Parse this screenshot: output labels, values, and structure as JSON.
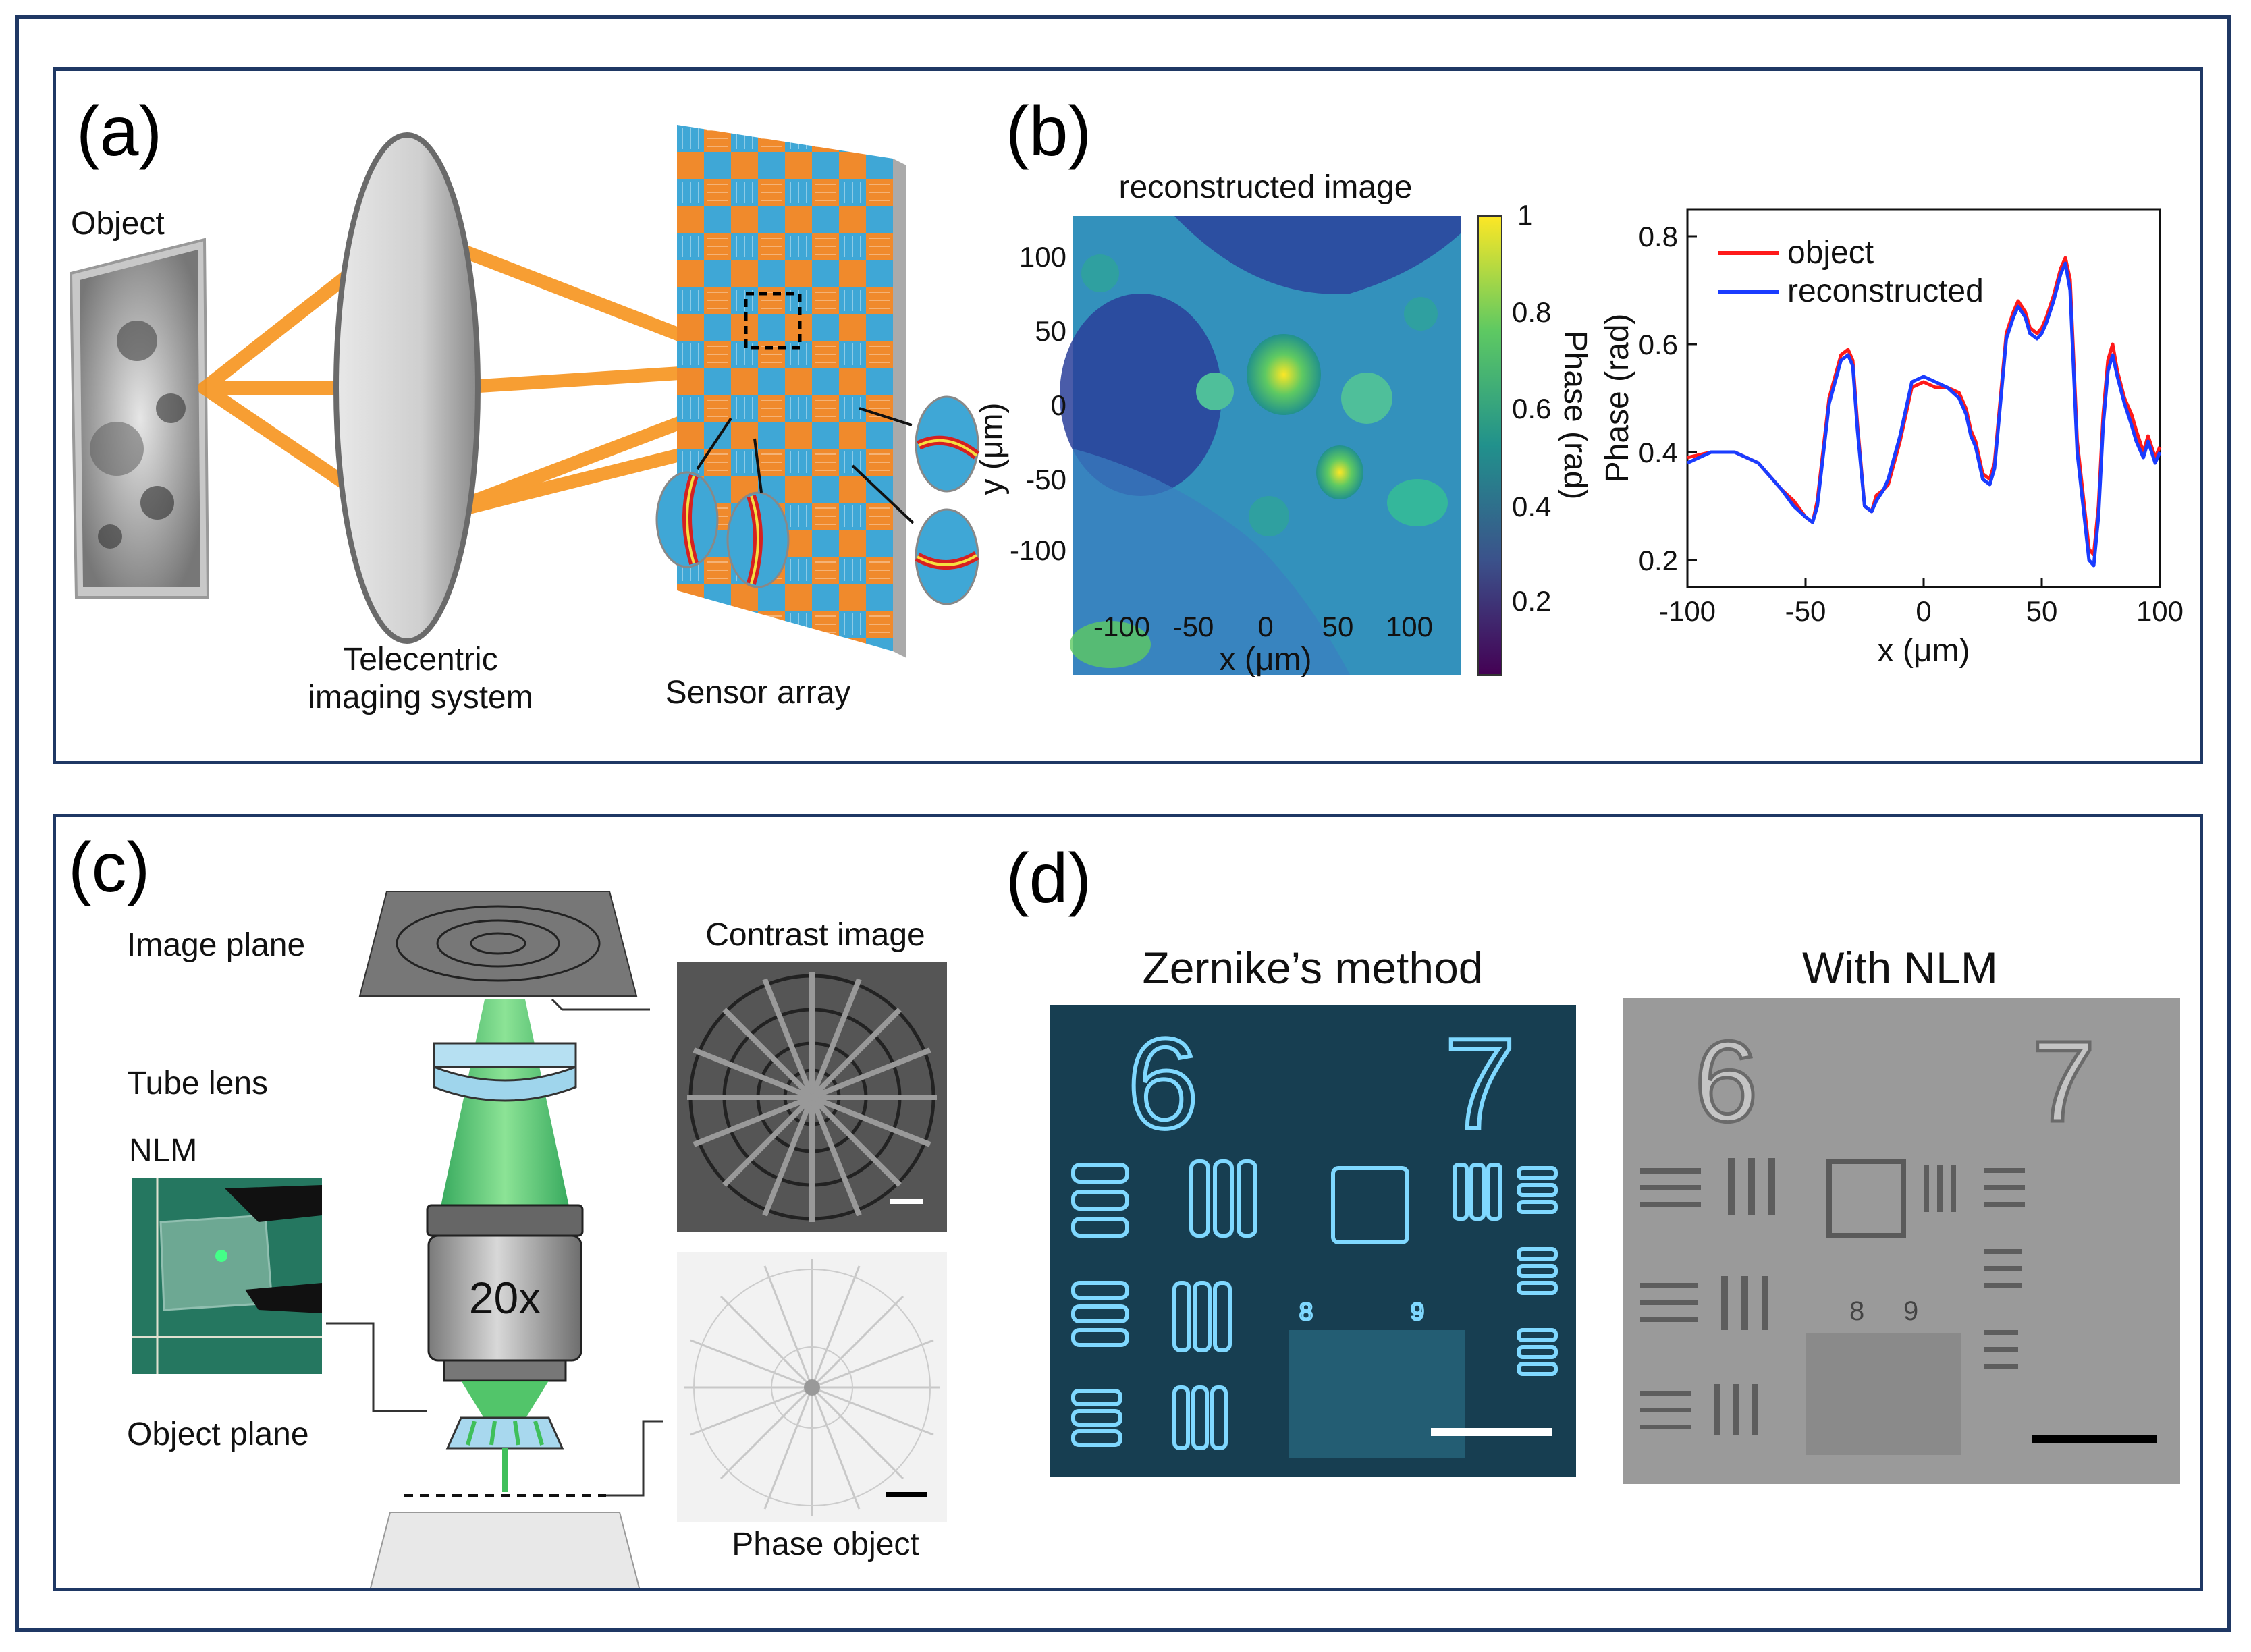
{
  "panels": {
    "a": {
      "letter": "(a)",
      "object_label": "Object",
      "lens_label_line1": "Telecentric",
      "lens_label_line2": "imaging system",
      "sensor_label": "Sensor array",
      "colors": {
        "beam": "#f7941d",
        "tile_orange": "#f08a2c",
        "tile_blue": "#3fa7d6"
      }
    },
    "b": {
      "letter": "(b)",
      "map_title": "reconstructed image",
      "colorbar_label": "Phase (rad)",
      "map_x_label": "x (μm)",
      "map_y_label": "y (μm)",
      "map_x_ticks": [
        "-100",
        "-50",
        "0",
        "50",
        "100"
      ],
      "map_y_ticks": [
        "100",
        "50",
        "0",
        "-50",
        "-100"
      ],
      "colorbar_ticks": [
        "1",
        "0.8",
        "0.6",
        "0.4",
        "0.2"
      ],
      "profile_x_label": "x (μm)",
      "profile_y_label": "Phase (rad)",
      "profile_x_ticks": [
        "-100",
        "-50",
        "0",
        "50",
        "100"
      ],
      "profile_y_ticks": [
        "0.8",
        "0.6",
        "0.4",
        "0.2"
      ]
    },
    "c": {
      "letter": "(c)",
      "image_plane_label": "Image plane",
      "tube_lens_label": "Tube lens",
      "nlm_label": "NLM",
      "objective_label": "20x",
      "object_plane_label": "Object plane",
      "contrast_label": "Contrast image",
      "phase_label": "Phase object",
      "colors": {
        "beam": "#3fbf5a"
      }
    },
    "d": {
      "letter": "(d)",
      "left_title": "Zernike’s method",
      "right_title": "With NLM",
      "digit_6": "6",
      "digit_7": "7",
      "digit_8": "8",
      "digit_9": "9"
    }
  },
  "chart_data": [
    {
      "type": "line",
      "xlabel": "x (μm)",
      "ylabel": "Phase (rad)",
      "xlim": [
        -100,
        100
      ],
      "ylim": [
        0.15,
        0.85
      ],
      "legend": "top-left",
      "series": [
        {
          "name": "object",
          "color": "#ff1a1a",
          "x": [
            -100,
            -90,
            -80,
            -70,
            -60,
            -55,
            -50,
            -47,
            -45,
            -40,
            -35,
            -32,
            -30,
            -28,
            -25,
            -22,
            -20,
            -17,
            -15,
            -10,
            -5,
            0,
            5,
            10,
            15,
            18,
            20,
            22,
            25,
            28,
            30,
            35,
            38,
            40,
            43,
            45,
            48,
            50,
            52,
            55,
            58,
            60,
            62,
            63,
            65,
            68,
            70,
            72,
            74,
            76,
            78,
            80,
            82,
            85,
            88,
            90,
            93,
            95,
            98,
            100
          ],
          "y": [
            0.39,
            0.4,
            0.4,
            0.38,
            0.33,
            0.31,
            0.28,
            0.27,
            0.31,
            0.5,
            0.58,
            0.59,
            0.57,
            0.45,
            0.3,
            0.29,
            0.32,
            0.33,
            0.34,
            0.42,
            0.52,
            0.53,
            0.52,
            0.52,
            0.51,
            0.48,
            0.44,
            0.42,
            0.36,
            0.35,
            0.38,
            0.62,
            0.66,
            0.68,
            0.66,
            0.63,
            0.62,
            0.63,
            0.65,
            0.69,
            0.74,
            0.76,
            0.72,
            0.62,
            0.42,
            0.3,
            0.22,
            0.21,
            0.3,
            0.47,
            0.57,
            0.6,
            0.55,
            0.5,
            0.47,
            0.44,
            0.4,
            0.43,
            0.39,
            0.41
          ]
        },
        {
          "name": "reconstructed",
          "color": "#1a3cff",
          "x": [
            -100,
            -90,
            -80,
            -70,
            -60,
            -55,
            -50,
            -47,
            -45,
            -40,
            -35,
            -32,
            -30,
            -28,
            -25,
            -22,
            -20,
            -17,
            -15,
            -10,
            -5,
            0,
            5,
            10,
            15,
            18,
            20,
            22,
            25,
            28,
            30,
            35,
            38,
            40,
            43,
            45,
            48,
            50,
            52,
            55,
            58,
            60,
            62,
            63,
            65,
            68,
            70,
            72,
            74,
            76,
            78,
            80,
            82,
            85,
            88,
            90,
            93,
            95,
            98,
            100
          ],
          "y": [
            0.38,
            0.4,
            0.4,
            0.38,
            0.33,
            0.3,
            0.28,
            0.27,
            0.3,
            0.49,
            0.57,
            0.58,
            0.56,
            0.44,
            0.3,
            0.29,
            0.31,
            0.33,
            0.35,
            0.43,
            0.53,
            0.54,
            0.53,
            0.52,
            0.5,
            0.47,
            0.43,
            0.41,
            0.35,
            0.34,
            0.37,
            0.61,
            0.65,
            0.67,
            0.65,
            0.62,
            0.61,
            0.62,
            0.64,
            0.68,
            0.73,
            0.75,
            0.7,
            0.6,
            0.4,
            0.28,
            0.2,
            0.19,
            0.28,
            0.45,
            0.55,
            0.58,
            0.54,
            0.49,
            0.45,
            0.42,
            0.39,
            0.42,
            0.38,
            0.4
          ]
        }
      ]
    }
  ]
}
